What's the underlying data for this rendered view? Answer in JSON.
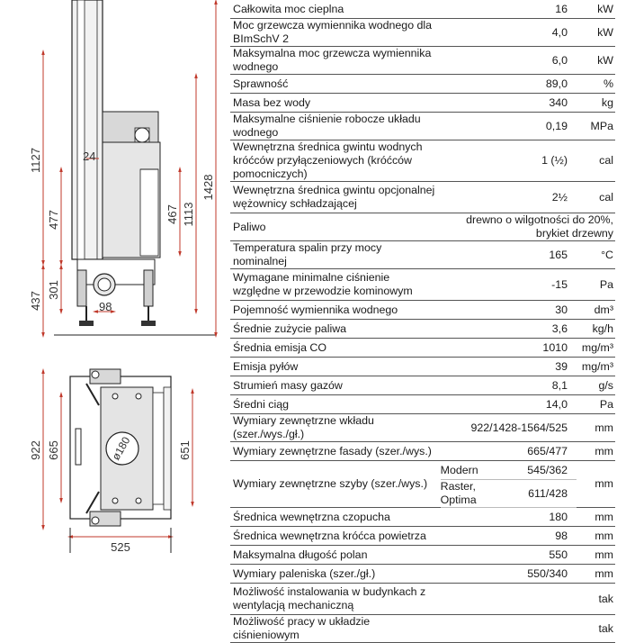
{
  "drawings": {
    "side_view": {
      "dims": {
        "total_height": "1428",
        "height_1127": "1127",
        "height_477": "477",
        "height_437": "437",
        "height_301": "301",
        "height_24": "24",
        "height_467": "467",
        "height_1113": "1113",
        "width_98": "98"
      }
    },
    "top_view": {
      "dims": {
        "height_922": "922",
        "height_665": "665",
        "height_651": "651",
        "width_525": "525",
        "flue_diameter": "ø180"
      }
    }
  },
  "specs": [
    {
      "label": "Całkowita moc cieplna",
      "value": "16",
      "unit": "kW"
    },
    {
      "label": "Moc grzewcza wymiennika wodnego dla BImSchV 2",
      "value": "4,0",
      "unit": "kW"
    },
    {
      "label": "Maksymalna moc grzewcza wymiennika wodnego",
      "value": "6,0",
      "unit": "kW"
    },
    {
      "label": "Sprawność",
      "value": "89,0",
      "unit": "%"
    },
    {
      "label": "Masa bez wody",
      "value": "340",
      "unit": "kg"
    },
    {
      "label": "Maksymalne ciśnienie robocze układu wodnego",
      "value": "0,19",
      "unit": "MPa"
    },
    {
      "label": "Wewnętrzna średnica gwintu wodnych króćców przyłączeniowych (króćców pomocniczych)",
      "value": "1 (½)",
      "unit": "cal"
    },
    {
      "label": "Wewnętrzna średnica gwintu opcjonalnej wężownicy schładzającej",
      "value": "2½",
      "unit": "cal"
    },
    {
      "label": "Paliwo",
      "value": "drewno o wilgotności do 20%, brykiet drzewny",
      "unit": ""
    },
    {
      "label": "Temperatura spalin przy mocy nominalnej",
      "value": "165",
      "unit": "°C"
    },
    {
      "label": "Wymagane minimalne ciśnienie względne w przewodzie kominowym",
      "value": "-15",
      "unit": "Pa"
    },
    {
      "label": "Pojemność wymiennika wodnego",
      "value": "30",
      "unit": "dm³"
    },
    {
      "label": "Średnie zużycie paliwa",
      "value": "3,6",
      "unit": "kg/h"
    },
    {
      "label": "Średnia emisja CO",
      "value": "1010",
      "unit": "mg/m³"
    },
    {
      "label": "Emisja pyłów",
      "value": "39",
      "unit": "mg/m³"
    },
    {
      "label": "Strumień masy gazów",
      "value": "8,1",
      "unit": "g/s"
    },
    {
      "label": "Średni ciąg",
      "value": "14,0",
      "unit": "Pa"
    },
    {
      "label": "Wymiary zewnętrzne wkładu (szer./wys./gł.)",
      "value": "922/1428-1564/525",
      "unit": "mm"
    },
    {
      "label": "Wymiary zewnętrzne fasady (szer./wys.)",
      "value": "665/477",
      "unit": "mm"
    },
    {
      "label": "Wymiary zewnętrzne szyby (szer./wys.)",
      "sub": [
        {
          "name": "Modern",
          "value": "545/362"
        },
        {
          "name": "Raster, Optima",
          "value": "611/428"
        }
      ],
      "unit": "mm"
    },
    {
      "label": "Średnica wewnętrzna czopucha",
      "value": "180",
      "unit": "mm"
    },
    {
      "label": "Średnica wewnętrzna króćca powietrza",
      "value": "98",
      "unit": "mm"
    },
    {
      "label": "Maksymalna długość polan",
      "value": "550",
      "unit": "mm"
    },
    {
      "label": "Wymiary paleniska (szer./gł.)",
      "value": "550/340",
      "unit": "mm"
    },
    {
      "label": "Możliwość instalowania w budynkach z wentylacją mechaniczną",
      "value": "",
      "unit": "tak"
    },
    {
      "label": "Możliwość pracy w układzie ciśnieniowym",
      "value": "",
      "unit": "tak"
    }
  ]
}
